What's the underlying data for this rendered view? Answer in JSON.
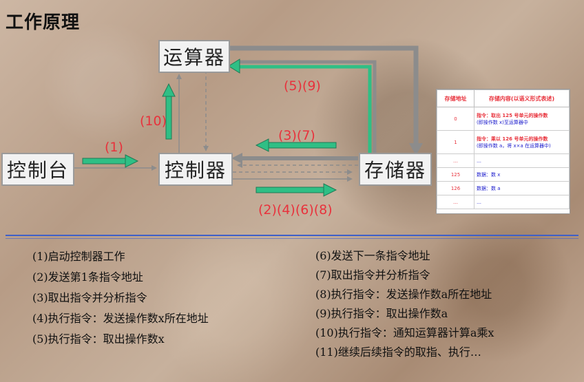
{
  "title": "工作原理",
  "boxes": {
    "alu": "运算器",
    "controller": "控制器",
    "console": "控制台",
    "memory": "存储器"
  },
  "arrow_labels": {
    "l1": "(1)",
    "l10": "(10)",
    "l59": "(5)(9)",
    "l37": "(3)(7)",
    "l2468": "(2)(4)(6)(8)"
  },
  "memory_table": {
    "headers": [
      "存储地址",
      "存储内容(以语义形式表述)"
    ],
    "rows": [
      {
        "addr": "0",
        "line1": "指令：取出 125 号单元的操作数",
        "line2": "(即操作数 x)至运算器中"
      },
      {
        "addr": "1",
        "line1": "指令：乘以 126 号单元的操作数",
        "line2": "(即操作数 a，将 x×a 在运算器中)"
      },
      {
        "addr": "…",
        "line1": "…",
        "line2": ""
      },
      {
        "addr": "125",
        "line1": "数据：数 x",
        "line2": ""
      },
      {
        "addr": "126",
        "line1": "数据：数 a",
        "line2": ""
      },
      {
        "addr": "…",
        "line1": "…",
        "line2": ""
      }
    ]
  },
  "steps_left": [
    "(1)启动控制器工作",
    "(2)发送第1条指令地址",
    "(3)取出指令并分析指令",
    "(4)执行指令：发送操作数x所在地址",
    "(5)执行指令：取出操作数x"
  ],
  "steps_right": [
    "(6)发送下一条指令地址",
    "(7)取出指令并分析指令",
    "(8)执行指令：发送操作数a所在地址",
    "(9)执行指令：取出操作数a",
    "(10)执行指令：通知运算器计算a乘x",
    "(11)继续后续指令的取指、执行…"
  ],
  "colors": {
    "arrow_green": "#2fbf85",
    "arrow_gray": "#8c8c8c",
    "label_red": "#e8323c",
    "separator": "#3e5fc9"
  }
}
